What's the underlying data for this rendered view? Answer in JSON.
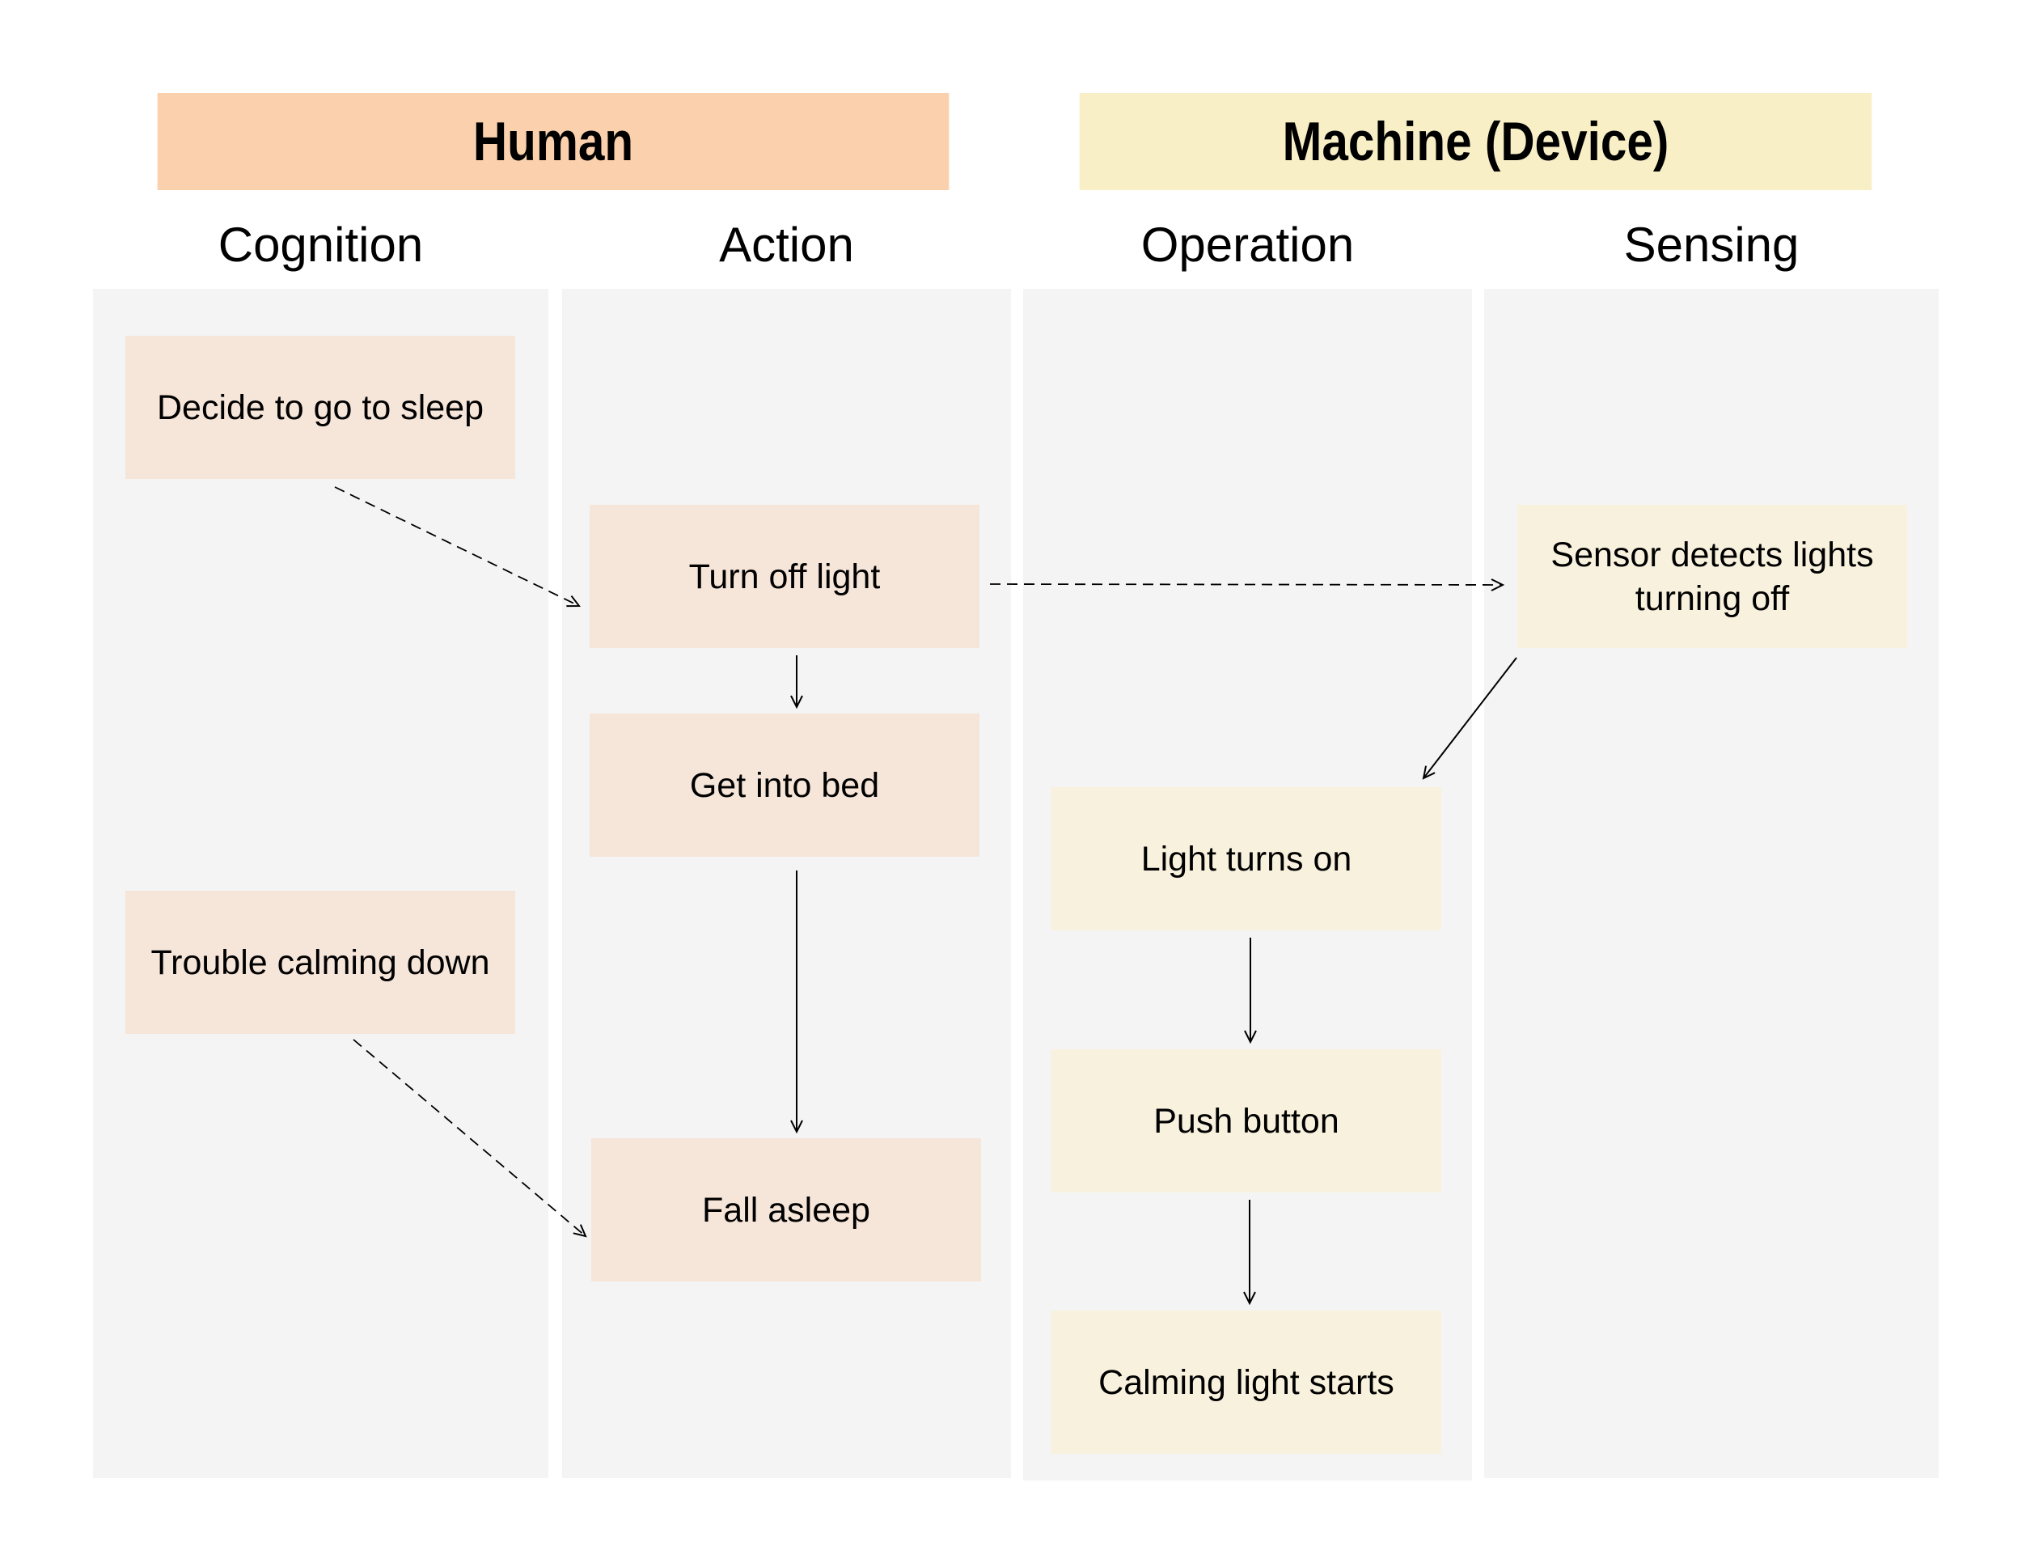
{
  "headers": {
    "human": "Human",
    "machine": "Machine (Device)"
  },
  "columns": {
    "cognition": "Cognition",
    "action": "Action",
    "operation": "Operation",
    "sensing": "Sensing"
  },
  "nodes": {
    "decide_sleep": "Decide to go to sleep",
    "trouble_calming": "Trouble calming down",
    "turn_off_light": "Turn off light",
    "get_into_bed": "Get into bed",
    "fall_asleep": "Fall asleep",
    "light_turns_on": "Light turns on",
    "push_button": "Push button",
    "calming_light": "Calming light starts",
    "sensor_detects": "Sensor detects lights turning off"
  },
  "colors": {
    "human_header": "#fbd0ac",
    "machine_header": "#f8efc6",
    "human_box": "#f6e5d9",
    "machine_box": "#f8f1dd",
    "lane_bg": "#f4f4f4"
  }
}
